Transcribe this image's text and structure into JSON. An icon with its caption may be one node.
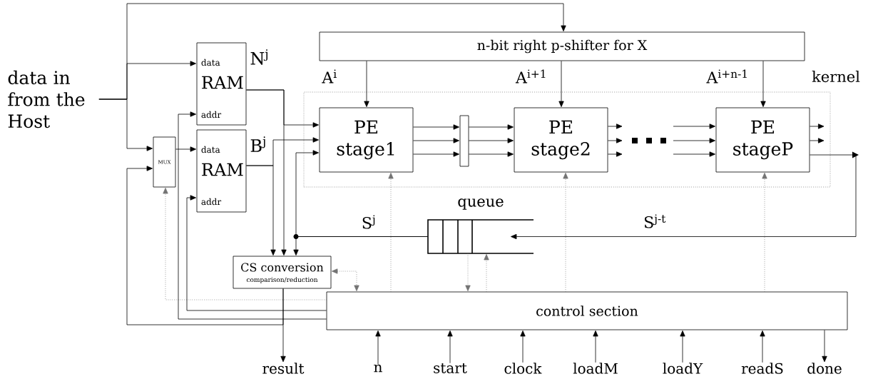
{
  "diagram": {
    "nodes": [
      {
        "text": [
          "data in from the Host"
        ]
      },
      {
        "text": [
          "n-bit right p-shifter for X"
        ]
      },
      {
        "text": [
          "data",
          "RAM",
          "addr"
        ],
        "beside": [
          "N$^{j}$"
        ]
      },
      {
        "text": [
          "data",
          "RAM",
          "addr"
        ],
        "beside": [
          "B$^{j}$"
        ]
      },
      {
        "text": [
          "MUX"
        ]
      },
      {
        "text": [
          "kernel"
        ]
      },
      {
        "text": [
          "PE stage1"
        ],
        "in": 5
      },
      {
        "text": [],
        "shape": "bar",
        "in": 5
      },
      {
        "text": [
          "PE stage2"
        ],
        "in": 5
      },
      {
        "text": [
          "PE stageP"
        ],
        "in": 5
      },
      {
        "text": [
          "queue"
        ]
      },
      {
        "text": [
          "CS conversion",
          "comparison/reduction"
        ]
      },
      {
        "text": [
          "control section"
        ]
      },
      {
        "text": [
          "result"
        ]
      },
      {
        "text": [
          "n"
        ]
      },
      {
        "text": [
          "start"
        ]
      },
      {
        "text": [
          "clock"
        ]
      },
      {
        "text": [
          "loadM"
        ]
      },
      {
        "text": [
          "loadY"
        ]
      },
      {
        "text": [
          "readS"
        ]
      },
      {
        "text": [
          "done"
        ]
      }
    ],
    "edges": [
      {
        "from": 0,
        "to": 2,
        "arrow": "to"
      },
      {
        "from": 0,
        "to": 4,
        "arrow": "to"
      },
      {
        "from": 0,
        "to": 1,
        "arrow": "to"
      },
      {
        "from": 4,
        "to": 3,
        "arrow": "to"
      },
      {
        "from": 2,
        "to": 6,
        "arrow": "to"
      },
      {
        "from": 2,
        "to": 11,
        "arrow": "to"
      },
      {
        "from": 3,
        "to": 6,
        "arrow": "to"
      },
      {
        "from": 3,
        "to": 11,
        "arrow": "to"
      },
      {
        "from": 10,
        "to": 6,
        "arrow": "to",
        "label": "S$^{j}$"
      },
      {
        "from": 10,
        "to": 11,
        "arrow": "to"
      },
      {
        "from": 6,
        "to": 7,
        "arrow": "to"
      },
      {
        "from": 6,
        "to": 7,
        "arrow": "to"
      },
      {
        "from": 6,
        "to": 7,
        "arrow": "to"
      },
      {
        "from": 7,
        "to": 8,
        "arrow": "to"
      },
      {
        "from": 7,
        "to": 8,
        "arrow": "to"
      },
      {
        "from": 7,
        "to": 8,
        "arrow": "to"
      },
      {
        "from": 8,
        "to": null,
        "arrow": "to"
      },
      {
        "from": 8,
        "to": null,
        "arrow": "to"
      },
      {
        "from": 8,
        "to": null,
        "arrow": "to"
      },
      {
        "from": null,
        "to": 9,
        "arrow": "to"
      },
      {
        "from": null,
        "to": 9,
        "arrow": "to"
      },
      {
        "from": null,
        "to": 9,
        "arrow": "to"
      },
      {
        "from": 9,
        "to": null,
        "arrow": "to"
      },
      {
        "from": 9,
        "to": null,
        "arrow": "to"
      },
      {
        "from": 9,
        "to": 10,
        "arrow": "to",
        "label": "S$^{j-t}$"
      },
      {
        "from": 1,
        "to": 6,
        "arrow": "to",
        "label": "A$^{i}$"
      },
      {
        "from": 1,
        "to": 8,
        "arrow": "to",
        "label": "A$^{i+1}$"
      },
      {
        "from": 1,
        "to": 9,
        "arrow": "to",
        "label": "A$^{i+n-1}$"
      },
      {
        "from": 12,
        "to": 6,
        "arrow": "to",
        "style": "dashed",
        "color": "#737373"
      },
      {
        "from": 12,
        "to": 8,
        "arrow": "to",
        "style": "dashed",
        "color": "#737373"
      },
      {
        "from": 12,
        "to": 9,
        "arrow": "to",
        "style": "dashed",
        "color": "#737373"
      },
      {
        "from": 10,
        "to": 12,
        "arrow": "to",
        "style": "dashed",
        "color": "#737373"
      },
      {
        "from": 12,
        "to": 10,
        "arrow": "to",
        "style": "dashed",
        "color": "#737373"
      },
      {
        "from": 11,
        "to": 12,
        "arrow": "both",
        "style": "dashed",
        "color": "#737373"
      },
      {
        "from": 12,
        "to": 4,
        "arrow": "to",
        "style": "dashed",
        "color": "#737373"
      },
      {
        "from": 12,
        "to": 3,
        "arrow": "to"
      },
      {
        "from": 12,
        "to": 2,
        "arrow": "to"
      },
      {
        "from": 11,
        "to": 4,
        "arrow": "to"
      },
      {
        "from": 11,
        "to": 13,
        "arrow": "to"
      },
      {
        "from": 14,
        "to": 12,
        "arrow": "to"
      },
      {
        "from": 15,
        "to": 12,
        "arrow": "to"
      },
      {
        "from": 16,
        "to": 12,
        "arrow": "to"
      },
      {
        "from": 17,
        "to": 12,
        "arrow": "to"
      },
      {
        "from": 18,
        "to": 12,
        "arrow": "to"
      },
      {
        "from": 19,
        "to": 12,
        "arrow": "to"
      },
      {
        "from": 12,
        "to": 20,
        "arrow": "to"
      }
    ]
  }
}
